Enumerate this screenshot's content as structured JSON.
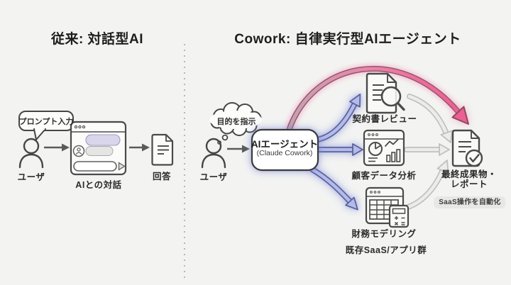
{
  "left_panel": {
    "title": "従来: 対話型AI",
    "prompt_bubble": "プロンプト入力",
    "user_label": "ユーザ",
    "chat_label": "AIとの対話",
    "answer_label": "回答"
  },
  "right_panel": {
    "title": "Cowork: 自律実行型AIエージェント",
    "thought_bubble": "目的を指示",
    "user_label": "ユーザ",
    "agent_box": {
      "title": "AIエージェント",
      "subtitle": "(Claude Cowork)"
    },
    "tasks": [
      {
        "label": "契約書レビュー",
        "icon": "contract-review-icon"
      },
      {
        "label": "顧客データ分析",
        "icon": "data-analysis-icon"
      },
      {
        "label": "財務モデリング",
        "icon": "financial-modeling-icon"
      }
    ],
    "apps_group_label": "既存SaaS/アプリ群",
    "output": {
      "label_line1": "最終成果物・",
      "label_line2": "レポート",
      "badge": "SaaS操作を自動化"
    }
  },
  "colors": {
    "background": "#f3f4f2",
    "stroke_dark": "#464646",
    "accent_blue_outline": "#59629f",
    "accent_blue_fill": "#b4bbe6",
    "accent_pink": "#ec5f92",
    "gray_arrow": "#c0c0be",
    "bubble_lavender": "#d9d6ec"
  }
}
